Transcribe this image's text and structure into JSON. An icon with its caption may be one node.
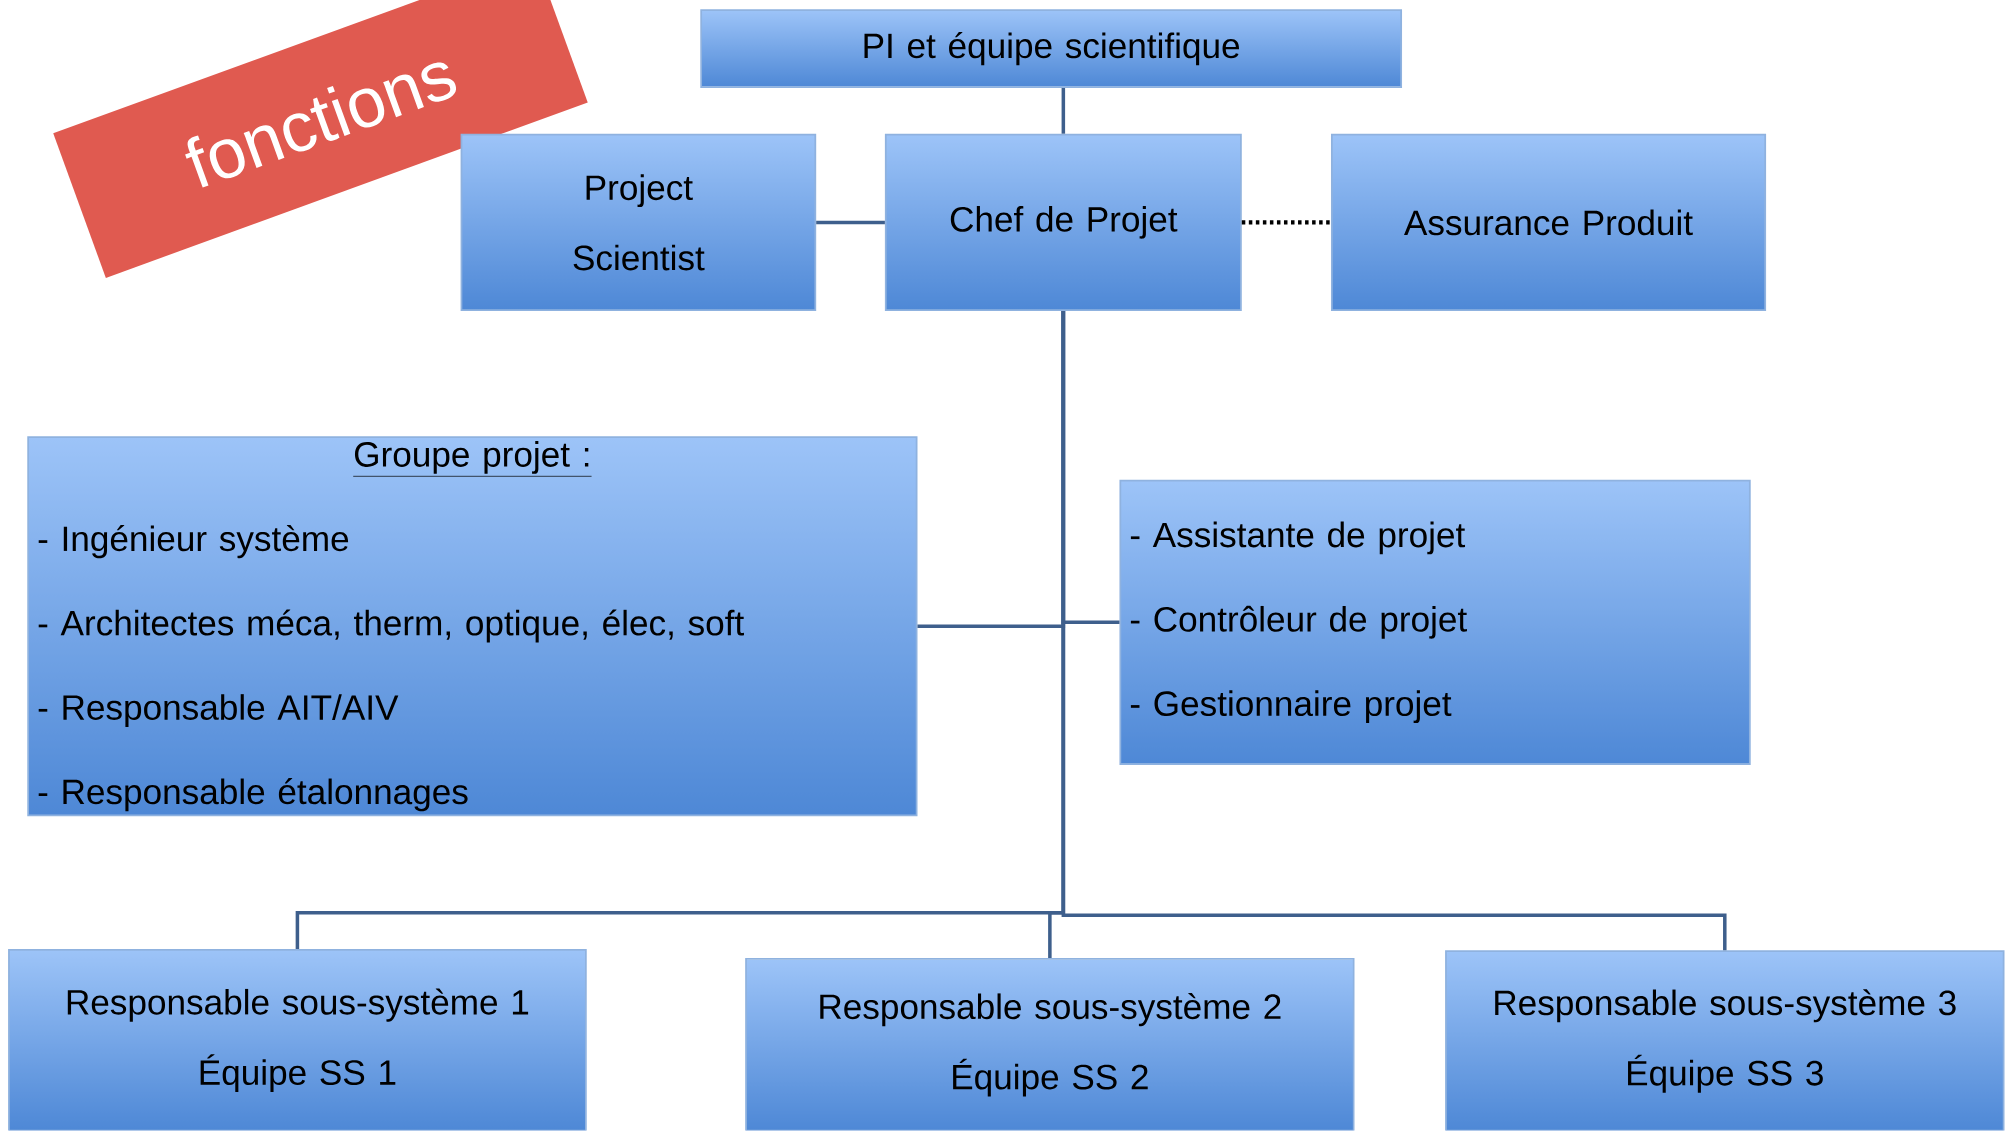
{
  "diagram": {
    "nodes": [
      {
        "text": [
          "PI et équipe scientifique"
        ]
      },
      {
        "text": [
          "Project Scientist"
        ]
      },
      {
        "text": [
          "Chef de Projet"
        ]
      },
      {
        "text": [
          "Assurance Produit"
        ]
      },
      {
        "text": [
          "Groupe projet :",
          "- Ingénieur système",
          "- Architectes méca, therm, optique, élec, soft",
          "- Responsable AIT/AIV",
          "- Responsable étalonnages"
        ]
      },
      {
        "text": [
          "- Assistante de projet",
          "- Contrôleur de projet",
          "- Gestionnaire projet"
        ]
      },
      {
        "text": [
          "Responsable sous-système 1",
          "Équipe SS 1"
        ]
      },
      {
        "text": [
          "Responsable sous-système 2",
          "Équipe SS 2"
        ]
      },
      {
        "text": [
          "Responsable sous-système 3",
          "Équipe SS 3"
        ]
      }
    ],
    "edges": [
      {
        "from": 0,
        "to": 2,
        "arrow": "none"
      },
      {
        "from": 1,
        "to": 2,
        "arrow": "none"
      },
      {
        "from": 2,
        "to": 3,
        "arrow": "none",
        "style": "dashed",
        "color": "#000000"
      },
      {
        "from": 2,
        "to": 4,
        "arrow": "none"
      },
      {
        "from": 2,
        "to": 5,
        "arrow": "none"
      },
      {
        "from": 2,
        "to": 6,
        "arrow": "none"
      },
      {
        "from": 2,
        "to": 7,
        "arrow": "none"
      },
      {
        "from": 2,
        "to": 8,
        "arrow": "none"
      }
    ],
    "labels": [
      "fonctions"
    ]
  }
}
